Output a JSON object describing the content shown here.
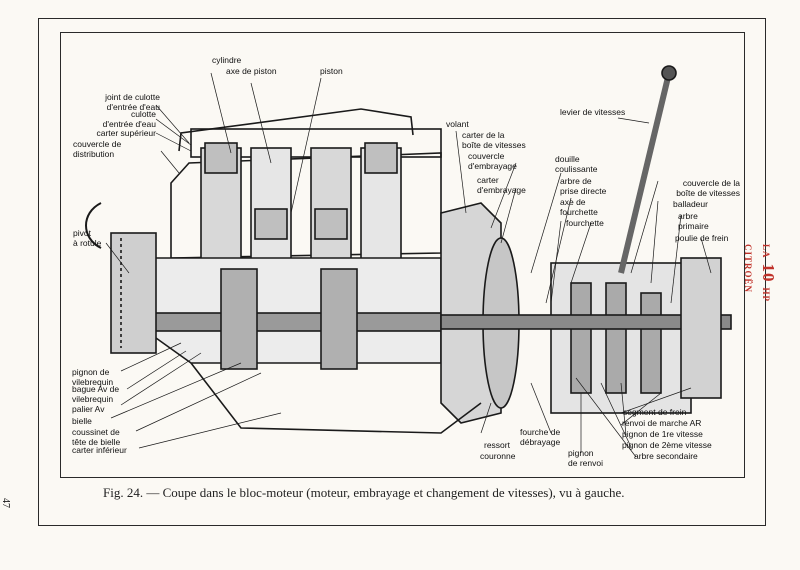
{
  "caption": "Fig. 24. — Coupe dans le bloc-moteur (moteur, embrayage et changement de vitesses), vu à gauche.",
  "page_number": "47",
  "side_title": {
    "la": "LA",
    "num": "10",
    "hp": "HP",
    "brand": "CITROËN"
  },
  "accent_color": "#c0322a",
  "labels": {
    "cylindre": "cylindre",
    "axe_de_piston": "axe de piston",
    "piston": "piston",
    "joint_culotte": "joint de culotte\nd'entrée d'eau",
    "culotte": "culotte\nd'entrée d'eau",
    "carter_superieur": "carter supérieur",
    "couvercle_distribution": "couvercle de\ndistribution",
    "pivot_rotule": "pivot\nà rotule",
    "volant": "volant",
    "carter_boite": "carter de la\nboîte de vitesses",
    "couvercle_embrayage": "couvercle\nd'embrayage",
    "carter_embrayage": "carter\nd'embrayage",
    "douille_coulissante": "douille\ncoulissante",
    "arbre_prise_directe": "arbre de\nprise directe",
    "axe_fourchette": "axe de\nfourchette",
    "fourchette": "fourchette",
    "levier_vitesses": "levier de vitesses",
    "couvercle_boite": "couvercle de la\nboîte de vitesses",
    "balladeur": "balladeur",
    "arbre_primaire": "arbre\nprimaire",
    "poulie_frein": "poulie de frein",
    "pignon_vilebrequin": "pignon de\nvilebrequin",
    "bague_vilebrequin": "bague Av de\nvilebrequin",
    "palier_av": "palier Av",
    "bielle": "bielle",
    "coussinet": "coussinet de\ntête de bielle",
    "carter_inferieur": "carter inférieur",
    "ressort": "ressort",
    "couronne": "couronne",
    "fourche_debrayage": "fourche de\ndébrayage",
    "pignon_renvoi": "pignon\nde renvoi",
    "segment_frein": "segment de frein",
    "renvoi_marche_ar": "renvoi de marche AR",
    "pignon_1": "pignon de 1re vitesse",
    "pignon_2": "pignon de 2ème vitesse",
    "arbre_secondaire": "arbre secondaire"
  }
}
